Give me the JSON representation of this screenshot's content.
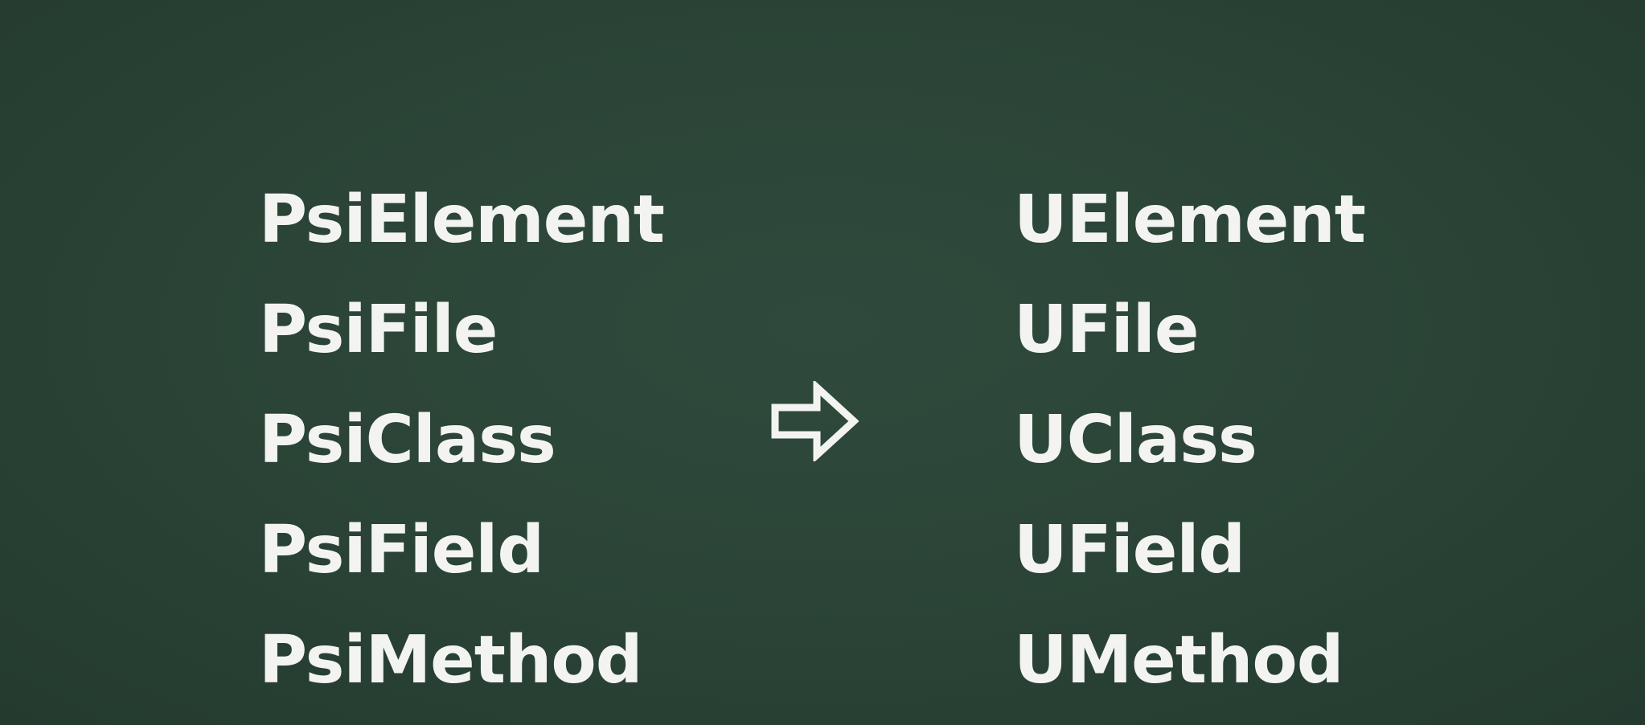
{
  "slide": {
    "left_items": [
      "PsiElement",
      "PsiFile",
      "PsiClass",
      "PsiField",
      "PsiMethod"
    ],
    "right_items": [
      "UElement",
      "UFile",
      "UClass",
      "UField",
      "UMethod"
    ],
    "arrow_icon": "right-arrow-outline-icon",
    "colors": {
      "background": "#2b4538",
      "text": "#f3f4f1"
    }
  }
}
